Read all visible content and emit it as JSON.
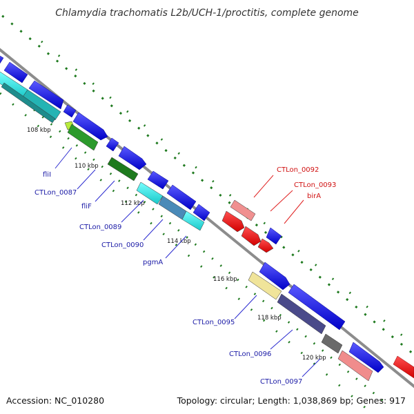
{
  "title": "Chlamydia trachomatis L2b/UCH-1/proctitis, complete genome",
  "footer": {
    "accession": "Accession: NC_010280",
    "summary": "Topology: circular; Length: 1,038,869 bp; Genes: 917"
  },
  "colors": {
    "backbone": "#8c8c8c",
    "tick_dots": "#1f7a1f",
    "label_blue": "#1a1aa6",
    "label_red": "#d01010",
    "leader_blue": "#2a2ad0",
    "leader_red": "#e02020"
  },
  "ticks": [
    {
      "label": "108 kbp"
    },
    {
      "label": "110 kbp"
    },
    {
      "label": "112 kbp"
    },
    {
      "label": "114 kbp"
    },
    {
      "label": "116 kbp"
    },
    {
      "label": "118 kbp"
    },
    {
      "label": "120 kbp"
    }
  ],
  "gene_labels": [
    {
      "label": "fliI",
      "color": "blue"
    },
    {
      "label": "CTLon_0087",
      "color": "blue"
    },
    {
      "label": "fliF",
      "color": "blue"
    },
    {
      "label": "CTLon_0089",
      "color": "blue"
    },
    {
      "label": "CTLon_0090",
      "color": "blue"
    },
    {
      "label": "pgmA",
      "color": "blue"
    },
    {
      "label": "CTLon_0095",
      "color": "blue"
    },
    {
      "label": "CTLon_0096",
      "color": "blue"
    },
    {
      "label": "CTLon_0097",
      "color": "blue"
    },
    {
      "label": "CTLon_0092",
      "color": "red"
    },
    {
      "label": "CTLon_0093",
      "color": "red"
    },
    {
      "label": "birA",
      "color": "red"
    }
  ]
}
